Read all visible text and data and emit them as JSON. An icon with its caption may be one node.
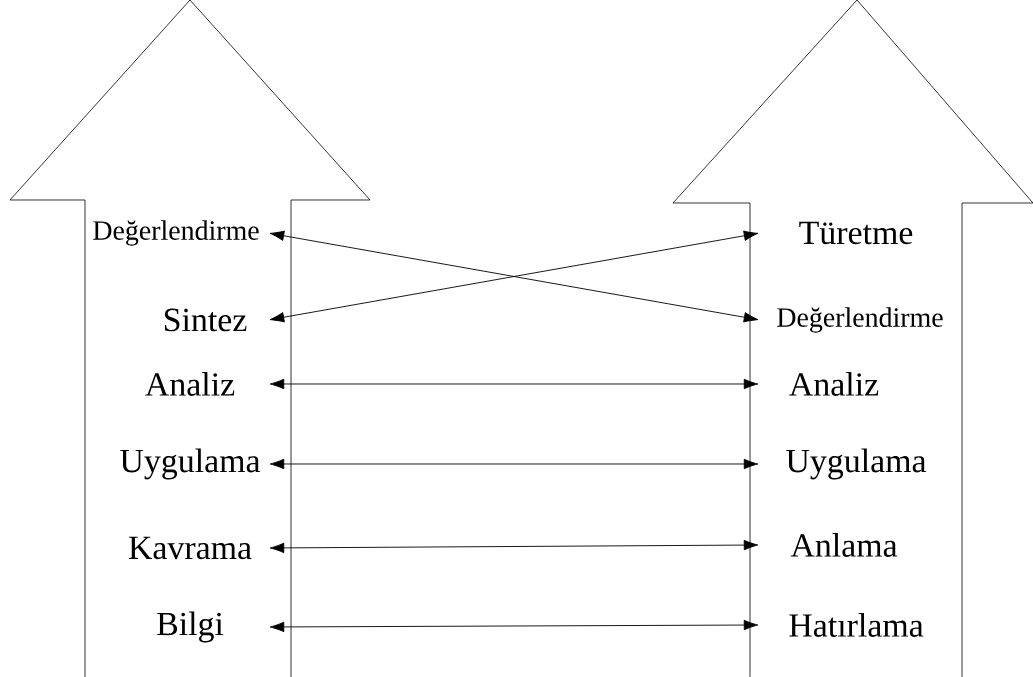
{
  "diagram": {
    "nodes": [
      {
        "text": [],
        "shape": "arrow"
      },
      {
        "text": [],
        "shape": "arrow"
      },
      {
        "text": [
          "Değerlendirme"
        ],
        "in": 0
      },
      {
        "text": [
          "Türetme"
        ],
        "in": 1
      },
      {
        "text": [
          "Sintez"
        ],
        "in": 0
      },
      {
        "text": [
          "Değerlendirme"
        ],
        "in": 1
      },
      {
        "text": [
          "Analiz"
        ],
        "in": 0
      },
      {
        "text": [
          "Analiz"
        ],
        "in": 1
      },
      {
        "text": [
          "Uygulama"
        ],
        "in": 0
      },
      {
        "text": [
          "Uygulama"
        ],
        "in": 1
      },
      {
        "text": [
          "Kavrama"
        ],
        "in": 0
      },
      {
        "text": [
          "Anlama"
        ],
        "in": 1
      },
      {
        "text": [
          "Bilgi"
        ],
        "in": 0
      },
      {
        "text": [
          "Hatırlama"
        ],
        "in": 1
      }
    ],
    "edges": [
      {
        "from": 2,
        "to": 5,
        "arrow": "both"
      },
      {
        "from": 4,
        "to": 3,
        "arrow": "both"
      },
      {
        "from": 6,
        "to": 7,
        "arrow": "both"
      },
      {
        "from": 8,
        "to": 9,
        "arrow": "both"
      },
      {
        "from": 10,
        "to": 11,
        "arrow": "both"
      },
      {
        "from": 12,
        "to": 13,
        "arrow": "both"
      }
    ]
  }
}
